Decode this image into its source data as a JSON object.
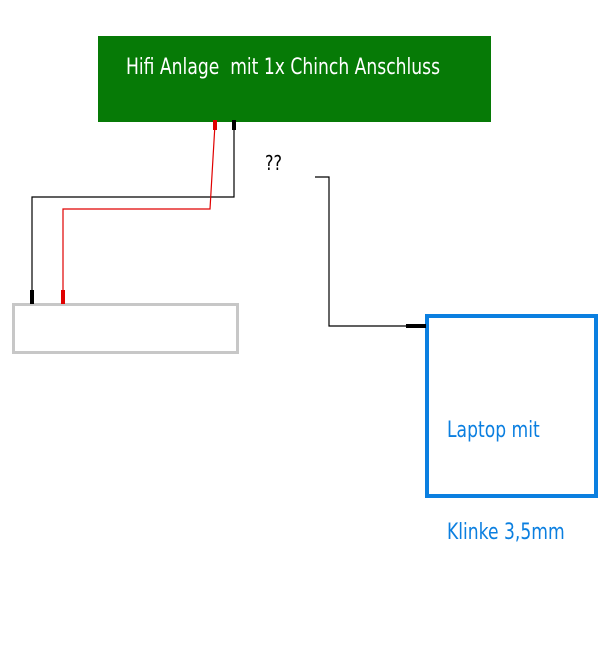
{
  "diagram": {
    "hifi_label": "Hifi Anlage  mit 1x Chinch Anschluss",
    "laptop_label_line1": "Laptop mit",
    "laptop_label_line2": "Klinke 3,5mm",
    "question_mark": "??"
  },
  "colors": {
    "hifi_fill": "#067a06",
    "laptop_border": "#0b7fe0",
    "box_gray": "#c7c7c7",
    "wire_black": "#000000",
    "wire_red": "#e00000"
  }
}
